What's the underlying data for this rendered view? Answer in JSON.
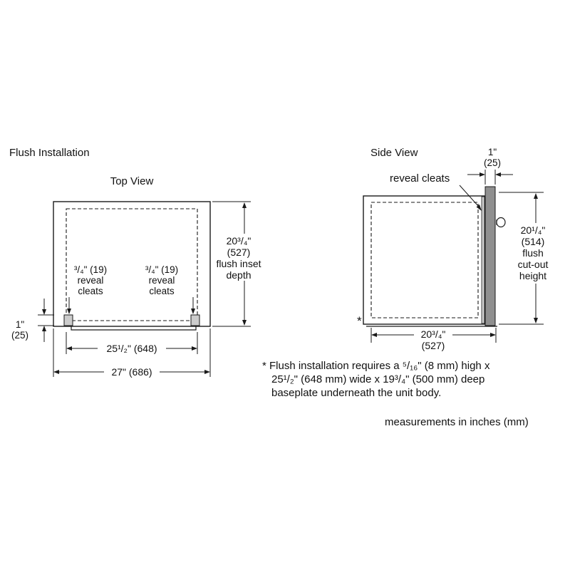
{
  "colors": {
    "line": "#1a1a1a",
    "door_fill": "#8f8f8f",
    "cleat_fill": "#cccccc",
    "background": "#ffffff"
  },
  "titles": {
    "flush_installation": "Flush Installation",
    "top_view": "Top View",
    "side_view": "Side View"
  },
  "top_view": {
    "flush_inset_depth": "20³/₄\"\n(527)\nflush inset\ndepth",
    "reveal_cleats_left": "³/₄\" (19)\nreveal\ncleats",
    "reveal_cleats_right": "³/₄\" (19)\nreveal\ncleats",
    "cleat_height": "1\"\n(25)",
    "baseplate_width": "25¹/₂\" (648)",
    "overall_width": "27\" (686)"
  },
  "side_view": {
    "door_thickness": "1\"\n(25)",
    "reveal_cleats": "reveal cleats",
    "flush_cutout_height": "20¹/₄\"\n(514)\nflush\ncut-out\nheight",
    "asterisk": "*",
    "baseplate_depth": "20³/₄\"\n(527)"
  },
  "footnote": "* Flush installation requires a ⁵/₁₆\" (8 mm) high x\n25¹/₂\" (648 mm) wide x 19³/₄\" (500 mm) deep\nbaseplate underneath the unit body.",
  "units_note": "measurements in inches (mm)"
}
